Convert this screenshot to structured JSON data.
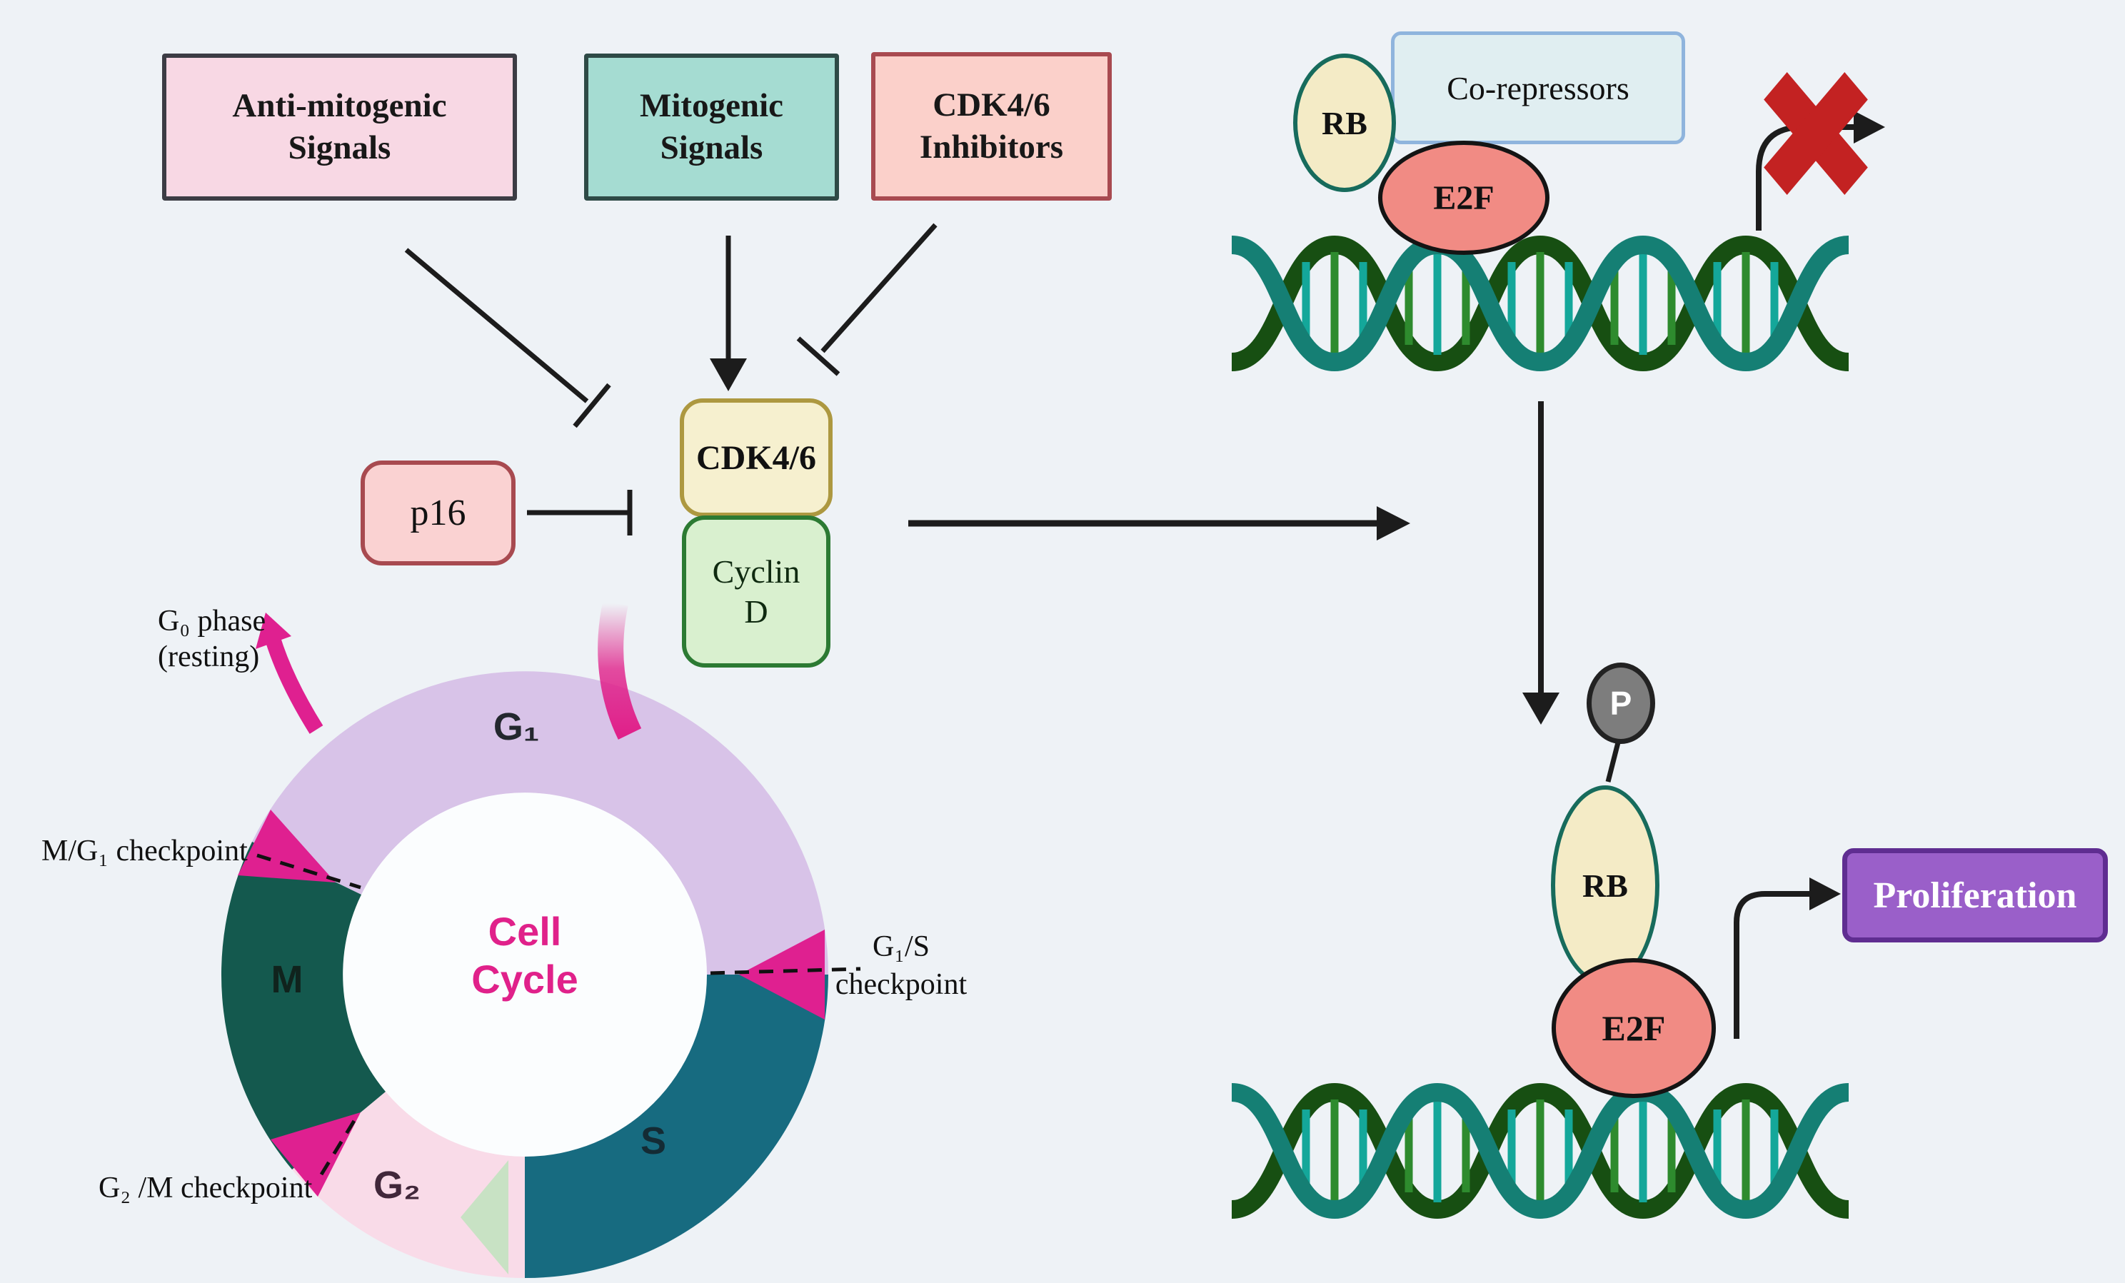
{
  "colors": {
    "background": "#eef2f6",
    "magenta_accent": "#df2090",
    "phase_g1_lavender": "#d8c3e8",
    "phase_s_teal": "#176b80",
    "phase_g2_pink": "#f9dbe8",
    "phase_m_green": "#14594e",
    "s_g2_wedge_green": "#c8e2c4",
    "dna_strand_dark_green": "#174f12",
    "dna_strand_teal": "#157f74",
    "blocked_x_red": "#c32222",
    "proliferation_purple": "#9a5fc9"
  },
  "signal_boxes": {
    "anti_mitogenic": "Anti-mitogenic\nSignals",
    "mitogenic": "Mitogenic\nSignals",
    "cdk46_inhibitors": "CDK4/6\nInhibitors"
  },
  "cyclin_complex": {
    "p16": "p16",
    "cdk46": "CDK4/6",
    "cyclin_d": "Cyclin\nD"
  },
  "cell_cycle": {
    "center_title": "Cell\nCycle",
    "g0_label": "G₀ phase\n(resting)",
    "phases": {
      "g1": "G₁",
      "s": "S",
      "g2": "G₂",
      "m": "M"
    },
    "checkpoints": {
      "m_g1": "M/G₁ checkpoint",
      "g2_m": "G₂ /M checkpoint",
      "g1_s": "G₁/S\ncheckpoint"
    }
  },
  "repressed_state": {
    "rb": "RB",
    "corepressors": "Co-repressors",
    "e2f": "E2F"
  },
  "active_state": {
    "phosphate": "P",
    "rb": "RB",
    "e2f": "E2F",
    "proliferation": "Proliferation"
  }
}
